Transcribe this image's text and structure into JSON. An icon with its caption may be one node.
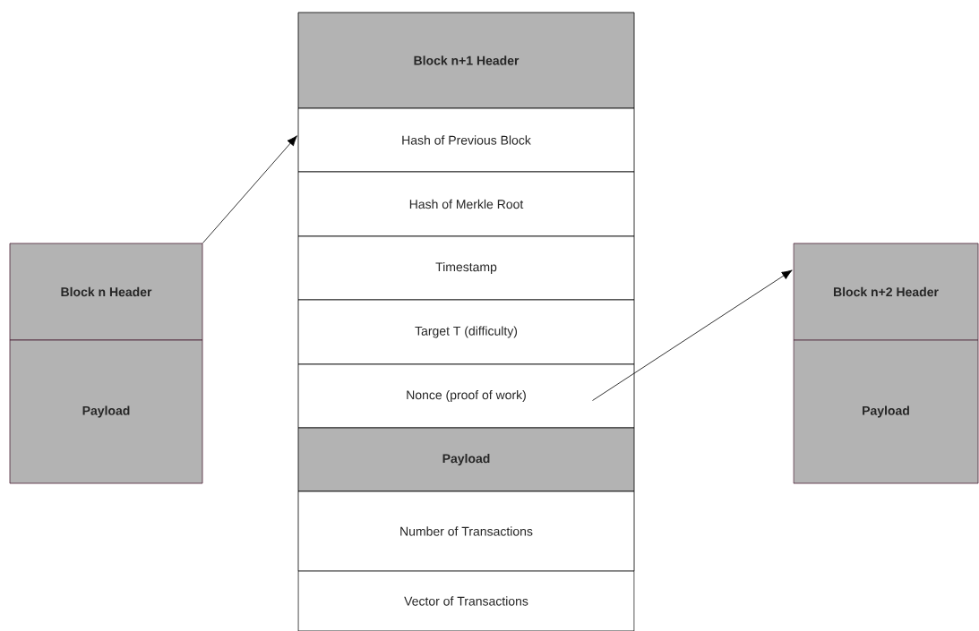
{
  "diagram": {
    "nodes": [
      {
        "text": [
          "Block n Header"
        ]
      },
      {
        "text": [
          "Payload"
        ]
      },
      {
        "text": [
          "Block n+1 Header"
        ]
      },
      {
        "text": [
          "Hash of Previous Block"
        ]
      },
      {
        "text": [
          "Hash of Merkle Root"
        ]
      },
      {
        "text": [
          "Timestamp"
        ]
      },
      {
        "text": [
          "Target T (difficulty)"
        ]
      },
      {
        "text": [
          "Nonce (proof of work)"
        ]
      },
      {
        "text": [
          "Payload"
        ]
      },
      {
        "text": [
          "Number of Transactions"
        ]
      },
      {
        "text": [
          "Vector of Transactions"
        ]
      },
      {
        "text": [
          "Block n+2  Header"
        ]
      },
      {
        "text": [
          "Payload"
        ]
      }
    ],
    "edges": [
      {
        "from": 0,
        "to": 3,
        "arrow": "to"
      },
      {
        "from": 7,
        "to": 11,
        "arrow": "to"
      }
    ]
  }
}
